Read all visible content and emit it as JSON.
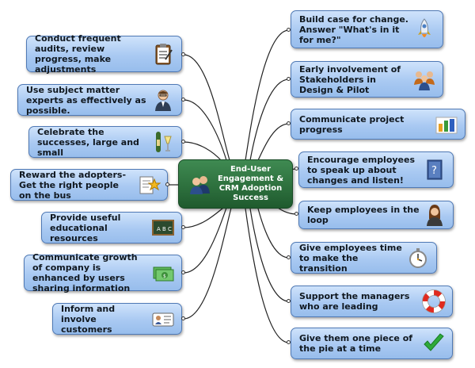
{
  "center": {
    "label": "End-User Engagement & CRM Adoption Success",
    "icon": "people-icon"
  },
  "left_nodes": [
    {
      "label": "Conduct frequent audits, review progress, make adjustments",
      "icon": "clipboard-icon"
    },
    {
      "label": "Use subject matter experts as effectively as possible.",
      "icon": "expert-icon"
    },
    {
      "label": "Celebrate the successes, large and small",
      "icon": "champagne-icon"
    },
    {
      "label": "Reward the adopters- Get the right people on the bus",
      "icon": "certificate-star-icon"
    },
    {
      "label": "Provide useful educational resources",
      "icon": "chalkboard-icon"
    },
    {
      "label": "Communicate growth of company is enhanced by users sharing information",
      "icon": "money-icon"
    },
    {
      "label": "Inform and involve customers",
      "icon": "id-card-icon"
    }
  ],
  "right_nodes": [
    {
      "label": "Build case for change. Answer \"What's in it for me?\"",
      "icon": "rocket-icon"
    },
    {
      "label": "Early involvement of Stakeholders in Design & Pilot",
      "icon": "team-icon"
    },
    {
      "label": "Communicate project progress",
      "icon": "bar-chart-icon"
    },
    {
      "label": "Encourage employees to speak up about changes and listen!",
      "icon": "help-book-icon"
    },
    {
      "label": "Keep employees in the loop",
      "icon": "woman-icon"
    },
    {
      "label": "Give employees time to make the transition",
      "icon": "stopwatch-icon"
    },
    {
      "label": "Support the managers who are leading",
      "icon": "lifebuoy-icon"
    },
    {
      "label": "Give them one piece of the pie at a time",
      "icon": "checkmark-icon"
    }
  ]
}
